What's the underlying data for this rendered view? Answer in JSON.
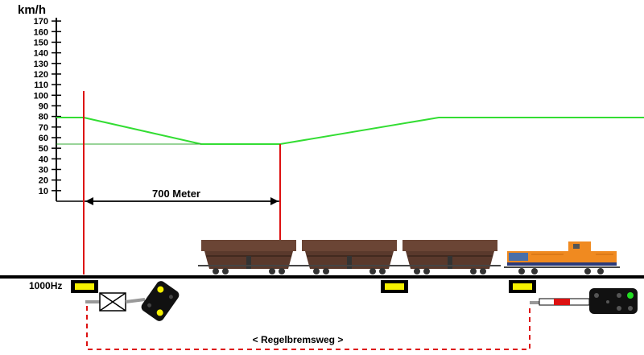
{
  "axis": {
    "unit": "km/h",
    "ticks": [
      "10",
      "20",
      "30",
      "40",
      "50",
      "60",
      "70",
      "80",
      "90",
      "100",
      "110",
      "120",
      "130",
      "140",
      "150",
      "160",
      "170"
    ]
  },
  "labels": {
    "distance": "700 Meter",
    "frequency": "1000Hz",
    "braking": "< Regelbremsweg >"
  },
  "curves": {
    "braking_curve_kmh": [
      80,
      55,
      55,
      80,
      80
    ],
    "speed_limit_kmh": 55
  },
  "colors": {
    "curve": "#33dd33",
    "marker": "#dd1111",
    "wagon": "#6b4535",
    "loco": "#f08a20",
    "magnet": "#f5f000",
    "dashed": "#dd1111"
  }
}
